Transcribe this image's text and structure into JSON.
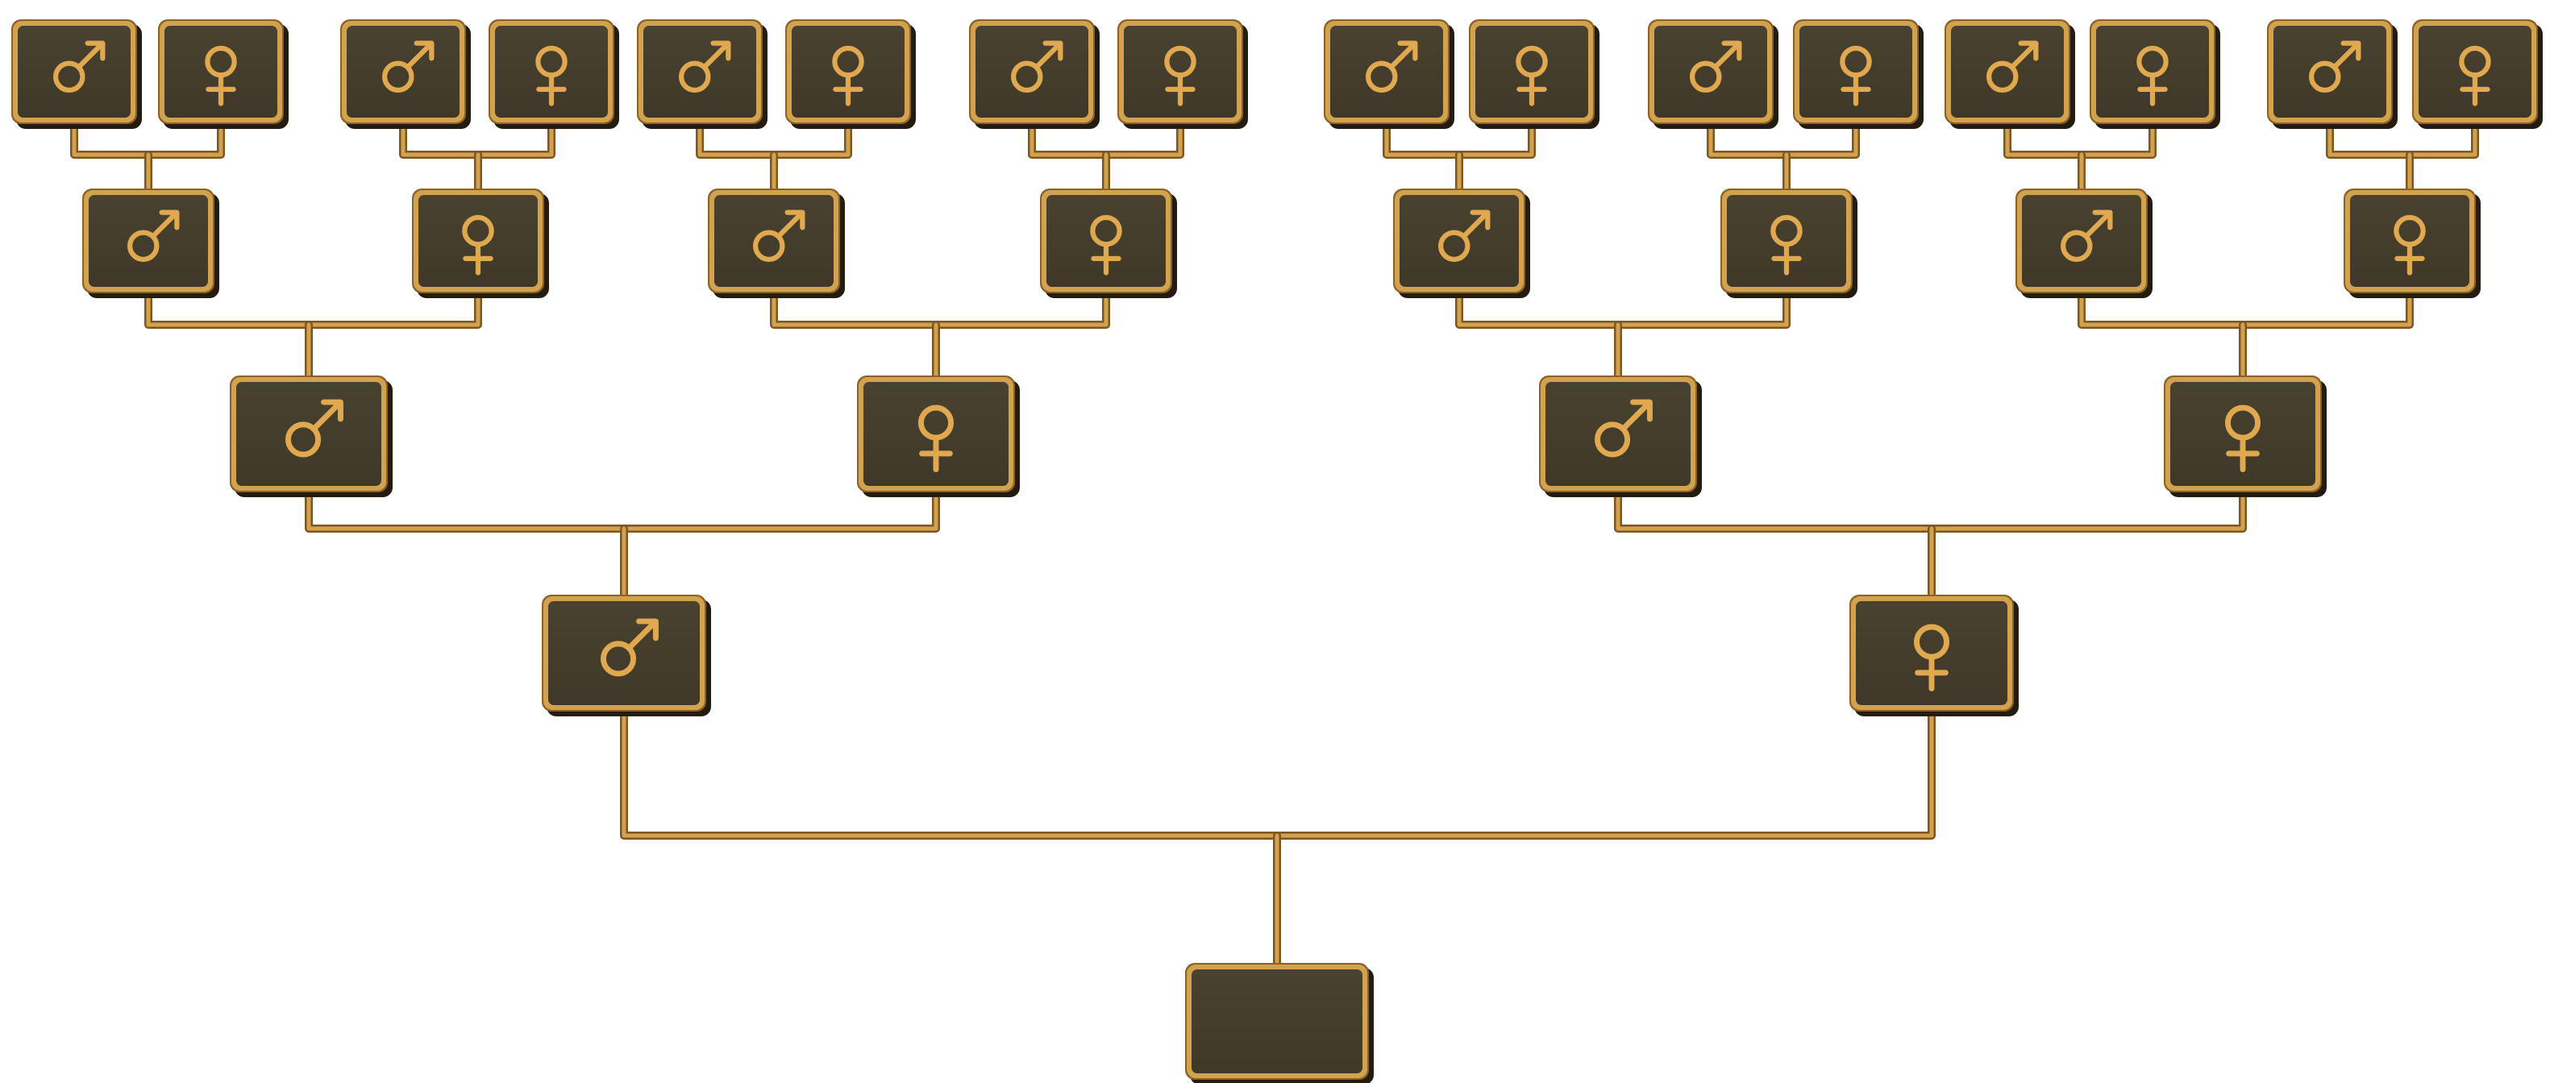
{
  "colors": {
    "background": "#ffffff",
    "box_fill": "#3f3828",
    "box_fill_light": "#4a4230",
    "border": "#d3a24e",
    "border_dark": "#8a6226",
    "shadow": "#241c10",
    "symbol": "#e0a94f",
    "connector": "#d3a24e",
    "connector_dark": "#7c5722"
  },
  "tree": {
    "root": {
      "symbol": "none"
    },
    "generations": [
      [
        "male",
        "female"
      ],
      [
        "male",
        "female",
        "male",
        "female"
      ],
      [
        "male",
        "female",
        "male",
        "female",
        "male",
        "female",
        "male",
        "female"
      ],
      [
        "male",
        "female",
        "male",
        "female",
        "male",
        "female",
        "male",
        "female",
        "male",
        "female",
        "male",
        "female",
        "male",
        "female",
        "male",
        "female"
      ]
    ]
  }
}
